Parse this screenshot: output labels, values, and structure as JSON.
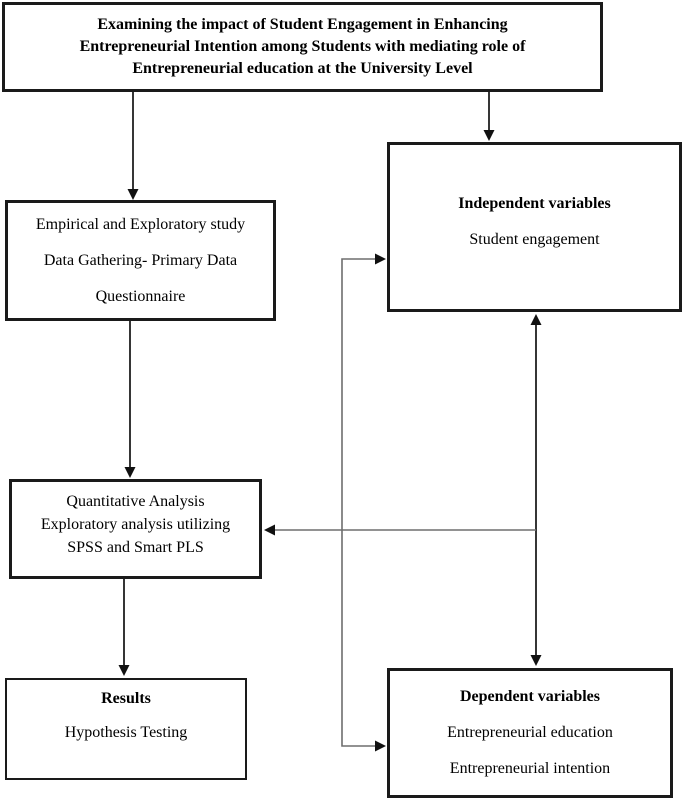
{
  "title_box": {
    "line1": "Examining the impact of Student Engagement in Enhancing",
    "line2": "Entrepreneurial Intention among Students with mediating role of",
    "line3": "Entrepreneurial education at the University Level"
  },
  "methodology_box": {
    "line1": "Empirical and Exploratory study",
    "line2": "Data Gathering- Primary Data",
    "line3": "Questionnaire"
  },
  "analysis_box": {
    "line1": "Quantitative Analysis",
    "line2": "Exploratory analysis utilizing",
    "line3": "SPSS and Smart PLS"
  },
  "results_box": {
    "heading": "Results",
    "line1": "Hypothesis Testing"
  },
  "independent_box": {
    "heading": "Independent variables",
    "line1": "Student engagement"
  },
  "dependent_box": {
    "heading": "Dependent variables",
    "line1": "Entrepreneurial education",
    "line2": "Entrepreneurial intention"
  },
  "colors": {
    "box_border": "#1a1a1a",
    "text": "#000000",
    "connector_dark": "#1f1f1f",
    "connector_light": "#6e6e6e",
    "arrowhead": "#111111",
    "background": "#ffffff"
  }
}
